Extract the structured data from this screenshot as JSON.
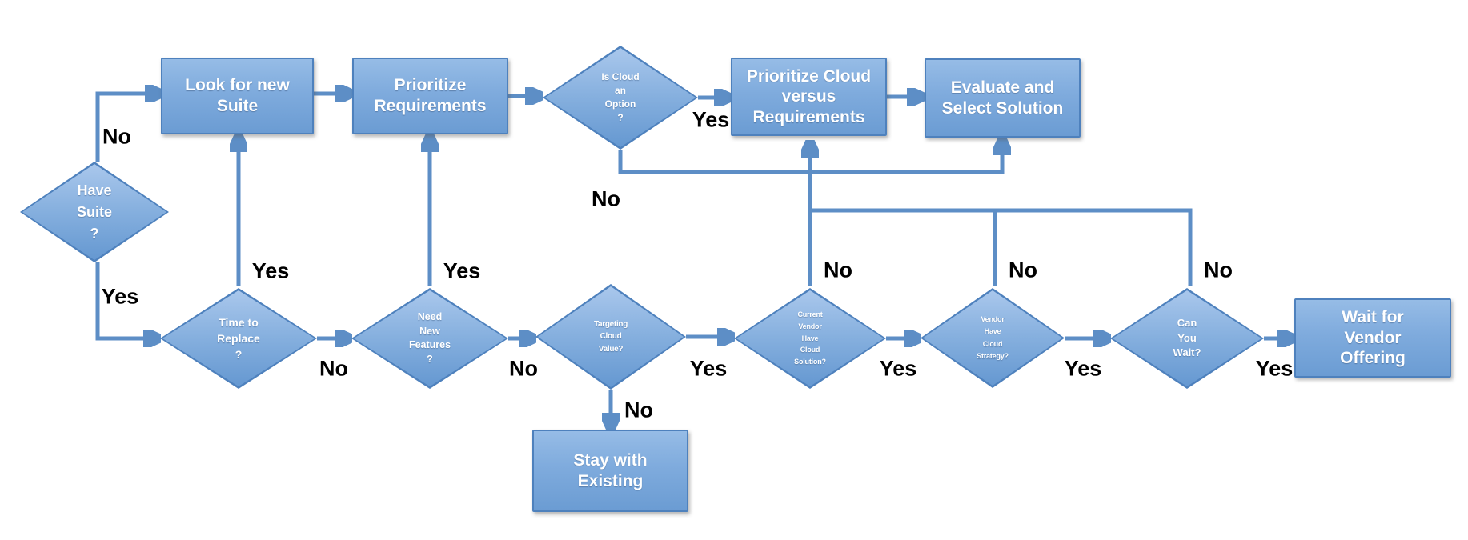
{
  "diagram": {
    "type": "flowchart",
    "topic": "Suite / Cloud solution decision flow"
  },
  "colors": {
    "node_fill_top": "#a9c7ec",
    "node_fill_bottom": "#6598d1",
    "node_border": "#4e81bd",
    "connector": "#5d8ec6",
    "node_text": "#ffffff",
    "edge_label_text": "#000000",
    "background": "#ffffff"
  },
  "nodes": {
    "have_suite": {
      "type": "decision",
      "label": "Have\nSuite\n?"
    },
    "look_new_suite": {
      "type": "process",
      "label": "Look for new\nSuite"
    },
    "prioritize_requirements": {
      "type": "process",
      "label": "Prioritize\nRequirements"
    },
    "is_cloud_option": {
      "type": "decision",
      "label": "Is Cloud\nan\nOption\n?"
    },
    "prioritize_cloud": {
      "type": "process",
      "label": "Prioritize Cloud\nversus\nRequirements"
    },
    "evaluate_select": {
      "type": "process",
      "label": "Evaluate and\nSelect Solution"
    },
    "time_to_replace": {
      "type": "decision",
      "label": "Time to\nReplace\n?"
    },
    "need_new_features": {
      "type": "decision",
      "label": "Need\nNew\nFeatures\n?"
    },
    "targeting_cloud_value": {
      "type": "decision",
      "label": "Targeting\nCloud\nValue?"
    },
    "current_vendor_cloud": {
      "type": "decision",
      "label": "Current\nVendor\nHave\nCloud\nSolution?"
    },
    "vendor_cloud_strategy": {
      "type": "decision",
      "label": "Vendor\nHave\nCloud\nStrategy?"
    },
    "can_you_wait": {
      "type": "decision",
      "label": "Can\nYou\nWait?"
    },
    "wait_vendor": {
      "type": "process",
      "label": "Wait for\nVendor\nOffering"
    },
    "stay_existing": {
      "type": "process",
      "label": "Stay with\nExisting"
    }
  },
  "edge_labels": {
    "have_suite_no": "No",
    "have_suite_yes": "Yes",
    "is_cloud_yes": "Yes",
    "is_cloud_no": "No",
    "time_replace_yes": "Yes",
    "time_replace_no": "No",
    "need_features_yes": "Yes",
    "need_features_no": "No",
    "targeting_yes": "Yes",
    "targeting_no": "No",
    "current_vendor_no": "No",
    "current_vendor_yes": "Yes",
    "vendor_strategy_no": "No",
    "vendor_strategy_yes": "Yes",
    "can_wait_no": "No",
    "can_wait_yes": "Yes"
  }
}
